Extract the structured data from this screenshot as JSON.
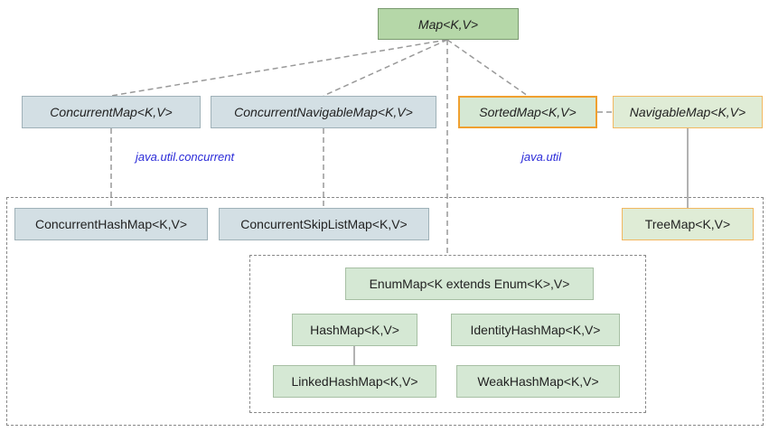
{
  "nodes": {
    "map": "Map<K,V>",
    "concurrent_map": "ConcurrentMap<K,V>",
    "concurrent_navigable_map": "ConcurrentNavigableMap<K,V>",
    "sorted_map": "SortedMap<K,V>",
    "navigable_map": "NavigableMap<K,V>",
    "concurrent_hash_map": "ConcurrentHashMap<K,V>",
    "concurrent_skip_list_map": "ConcurrentSkipListMap<K,V>",
    "tree_map": "TreeMap<K,V>",
    "enum_map": "EnumMap<K extends Enum<K>,V>",
    "hash_map": "HashMap<K,V>",
    "identity_hash_map": "IdentityHashMap<K,V>",
    "linked_hash_map": "LinkedHashMap<K,V>",
    "weak_hash_map": "WeakHashMap<K,V>"
  },
  "packages": {
    "concurrent": "java.util.concurrent",
    "util": "java.util"
  },
  "colors": {
    "interface_root": "#b5d7a8",
    "concurrent_fill": "#d3dfe4",
    "util_fill": "#d5e8d4",
    "sorted_border": "#f0a030",
    "package_text": "#2a2ad8",
    "connector": "#999999"
  }
}
